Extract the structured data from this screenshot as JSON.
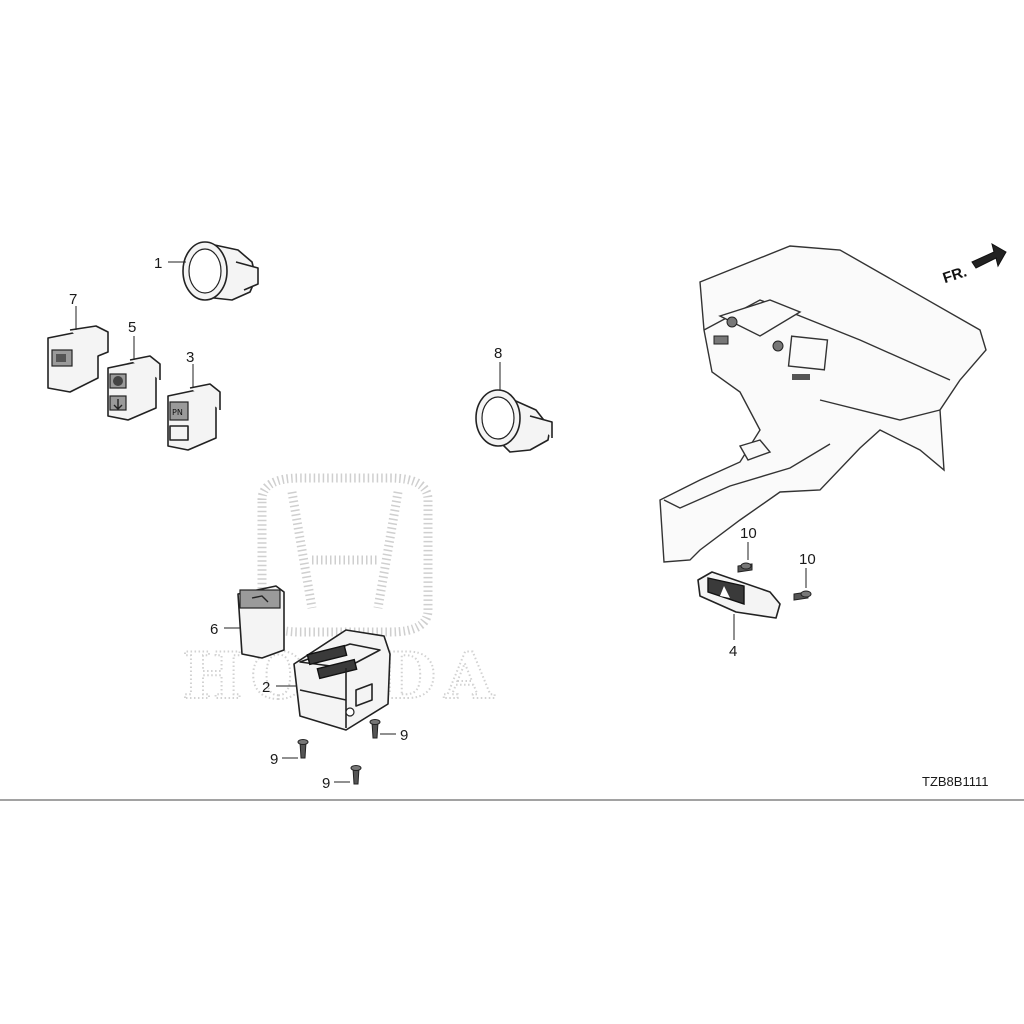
{
  "callouts": {
    "p1": "1",
    "p2": "2",
    "p3": "3",
    "p4": "4",
    "p5": "5",
    "p6": "6",
    "p7": "7",
    "p8": "8",
    "p9a": "9",
    "p9b": "9",
    "p9c": "9",
    "p10a": "10",
    "p10b": "10"
  },
  "direction_label": "FR.",
  "diagram_code": "TZB8B1111",
  "watermark": {
    "brand_text": "HONDA",
    "logo_icon": "honda-h-logo-icon"
  },
  "colors": {
    "background": "#ffffff",
    "line": "#222222",
    "watermark": "#d0d0d0"
  }
}
